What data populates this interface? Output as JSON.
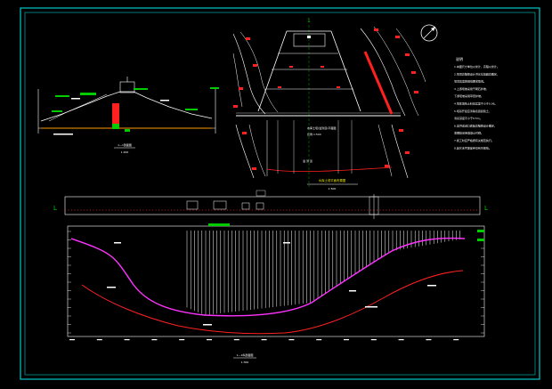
{
  "drawing": {
    "background": "#000000",
    "frame_color": "#00c8c8",
    "line_color": "#ffffff",
    "accent_red": "#ff2020",
    "accent_green": "#00cc00",
    "accent_magenta": "#ff33ff",
    "accent_yellow": "#e0e000",
    "accent_cyan": "#00e0e0"
  },
  "labels": {
    "notes_title": "说明",
    "plan_title": "水库土坝平面布置图",
    "plan_scale": "1:500",
    "section_title": "1—1剖面图",
    "section_scale": "1:200",
    "profile_title": "1—1纵剖面图",
    "profile_scale": "1:300",
    "section_marker": "1",
    "grid_marker_left": "L",
    "grid_marker_right": "L"
  },
  "notes": [
    "1.本图尺寸单位以米计，高程以米计。",
    "2.坝顶高程按设计洪水位加超高确定，",
    "  坝顶宽度按规范要求取值。",
    "3.上游坝坡采用干砌石护坡，",
    "  下游坝坡采用草皮护坡。",
    "4.坝体填筑土料压实度不小于0.96。",
    "5.坝基开挖应清除表层腐殖土，",
    "  清基深度不小于0.5m。",
    "6.溢洪道进口底板高程按设计确定，",
    "  泄槽段采用混凝土衬砌。",
    "7.施工时应严格按有关规范执行。",
    "8.其它未尽事宜参见有关规范。"
  ],
  "plan_annotations": {
    "center_text_1": "水库土坝(溢洪道)平面图",
    "center_text_2": "比例 1:500",
    "river_label": "溢 洪 道"
  }
}
